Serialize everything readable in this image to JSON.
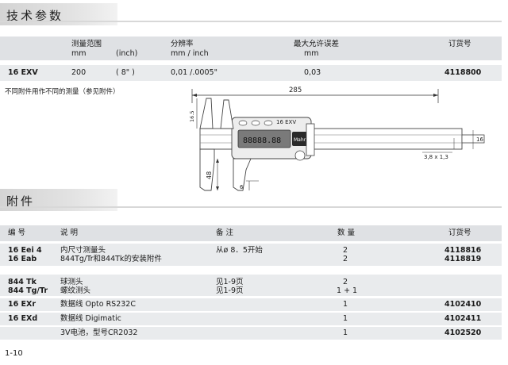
{
  "tech_section": {
    "title": "技术参数",
    "headers": {
      "range_cn": "测量范围",
      "range_mm": "mm",
      "range_inch": "(inch)",
      "resolution_cn": "分辨率",
      "resolution_units": "mm / inch",
      "max_error_cn": "最大允许误差",
      "max_error_unit": "mm",
      "order_no": "订货号"
    },
    "row": {
      "model": "16 EXV",
      "range_mm": "200",
      "range_inch": "( 8\" )",
      "resolution": "0,01 /.0005\"",
      "max_error": "0,03",
      "order_no": "4118800"
    },
    "note": "不同附件用作不同的测量（参见附件）"
  },
  "drawing": {
    "overall_length": "285",
    "jaw_upper": "16.5",
    "jaw_lower": "48",
    "step_height": "6",
    "rod_size": "3,8 x 1,3",
    "rod_dim": "16",
    "display_model": "16 EXV",
    "display_brand": "Mahr",
    "display_digits": "88888.88"
  },
  "accessories_section": {
    "title": "附件",
    "headers": {
      "code": "编 号",
      "description": "说 明",
      "remarks": "备 注",
      "qty": "数 量",
      "order_no": "订货号"
    },
    "rows": [
      {
        "code": "16 Eei 4",
        "description": "内尺寸测量头",
        "remarks": "从ø 8．5开始",
        "qty": "2",
        "order_no": "4118816"
      },
      {
        "code": "16 Eab",
        "description": "844Tg/Tr和844Tk的安装附件",
        "remarks": "",
        "qty": "2",
        "order_no": "4118819"
      },
      {
        "code": "844 Tk",
        "description": "球测头",
        "remarks": "见1-9页",
        "qty": "2",
        "order_no": ""
      },
      {
        "code": "844 Tg/Tr",
        "description": "螺纹测头",
        "remarks": "见1-9页",
        "qty": "1 + 1",
        "order_no": ""
      },
      {
        "code": "16 EXr",
        "description": "数据线 Opto RS232C",
        "remarks": "",
        "qty": "1",
        "order_no": "4102410"
      },
      {
        "code": "16 EXd",
        "description": "数据线 Digimatic",
        "remarks": "",
        "qty": "1",
        "order_no": "4102411"
      },
      {
        "code": "",
        "description": "3V电池，型号CR2032",
        "remarks": "",
        "qty": "1",
        "order_no": "4102520"
      }
    ]
  },
  "page_number": "1-10"
}
